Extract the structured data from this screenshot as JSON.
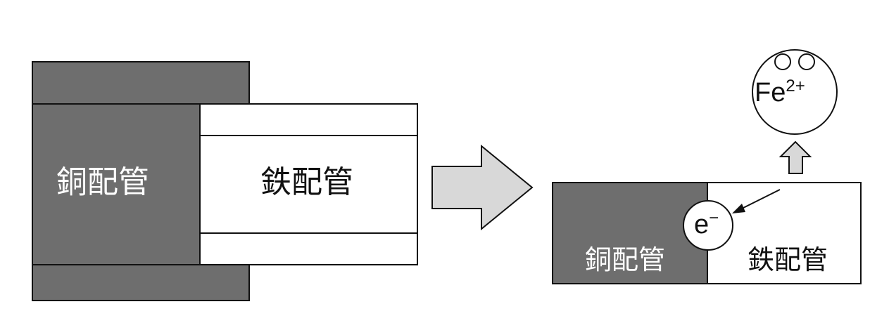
{
  "left_figure": {
    "copper_pipe_label": "銅配管",
    "iron_pipe_label": "鉄配管"
  },
  "right_figure": {
    "copper_pipe_label": "銅配管",
    "iron_pipe_label": "鉄配管",
    "iron_ion": {
      "symbol": "Fe",
      "charge": "2+"
    },
    "electron": {
      "symbol": "e",
      "charge": "−"
    }
  },
  "colors": {
    "copper": "#6e6e6e",
    "iron": "#ffffff",
    "arrow_fill": "#d8d8d8",
    "stroke": "#111111"
  }
}
